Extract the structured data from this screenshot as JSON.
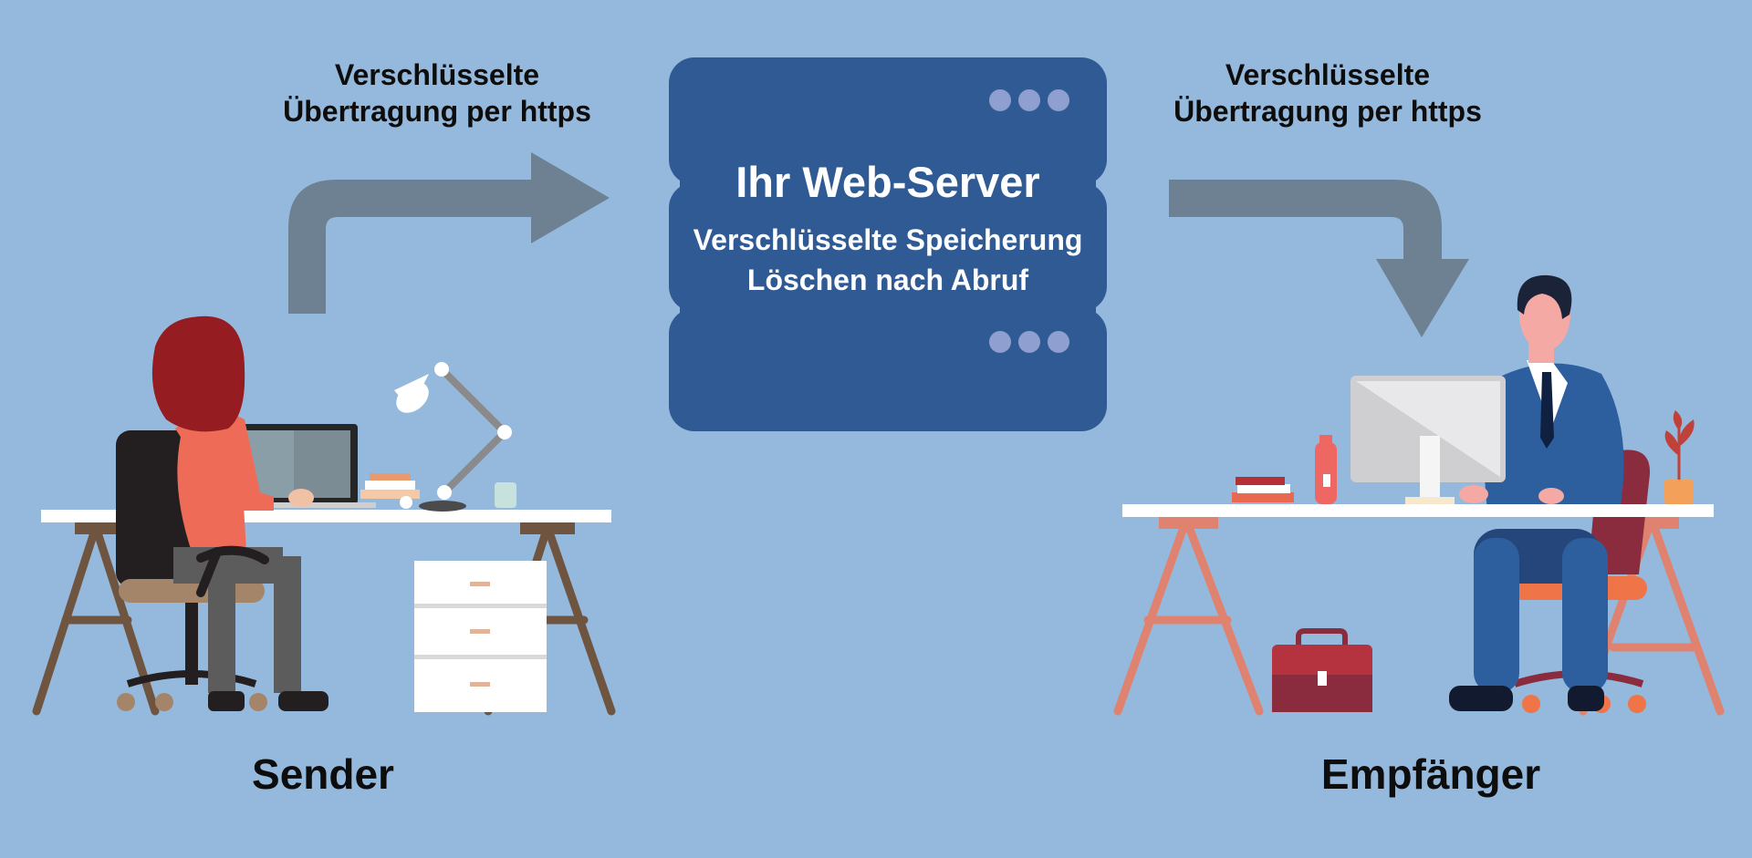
{
  "diagram": {
    "left_transfer": {
      "line1": "Verschlüsselte",
      "line2": "Übertragung per https"
    },
    "right_transfer": {
      "line1": "Verschlüsselte",
      "line2": "Übertragung per https"
    },
    "server": {
      "title": "Ihr Web-Server",
      "line1": "Verschlüsselte Speicherung",
      "line2": "Löschen nach Abruf"
    },
    "sender_label": "Sender",
    "receiver_label": "Empfänger"
  },
  "colors": {
    "background": "#94b9dc",
    "server": "#2f5a94",
    "server_dots": "#8f9fd0",
    "arrow": "#6e8193",
    "text": "#0d0d0d"
  },
  "icons": [
    "server-icon",
    "arrow-right-icon",
    "arrow-down-icon",
    "woman-at-laptop-icon",
    "man-at-computer-icon",
    "desk-lamp-icon",
    "briefcase-icon",
    "plant-icon"
  ]
}
